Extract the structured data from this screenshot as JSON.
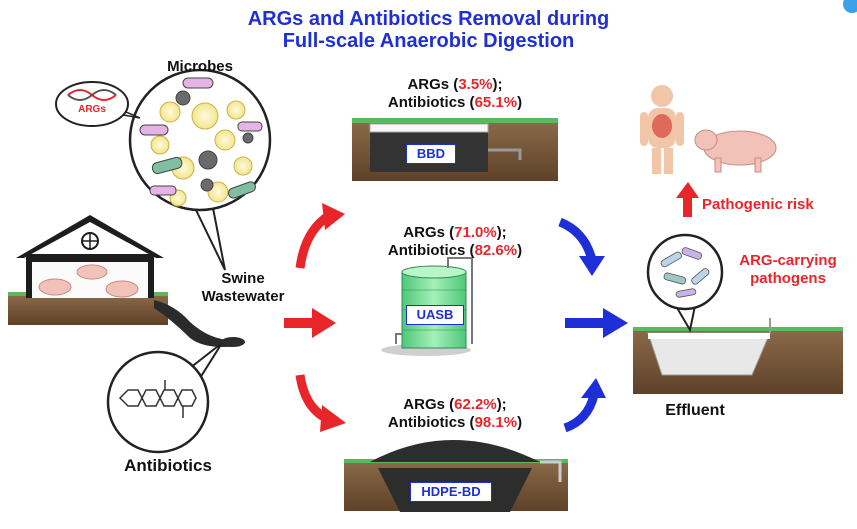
{
  "title": {
    "line1": "ARGs and Antibiotics Removal during",
    "line2": "Full-scale Anaerobic Digestion"
  },
  "labels": {
    "microbes": "Microbes",
    "args_bubble": "ARGs",
    "swine_line1": "Swine",
    "swine_line2": "Wastewater",
    "antibiotics": "Antibiotics",
    "effluent": "Effluent",
    "pathogenic_risk": "Pathogenic risk",
    "arg_carrying_line1": "ARG-carrying",
    "arg_carrying_line2": "pathogens"
  },
  "reactors": [
    {
      "name": "BBD",
      "args_prefix": "ARGs (",
      "args_value": "3.5%",
      "args_suffix": ");",
      "anti_prefix": "Antibiotics (",
      "anti_value": "65.1%",
      "anti_suffix": ")"
    },
    {
      "name": "UASB",
      "args_prefix": "ARGs (",
      "args_value": "71.0%",
      "args_suffix": ");",
      "anti_prefix": "Antibiotics (",
      "anti_value": "82.6%",
      "anti_suffix": ")"
    },
    {
      "name": "HDPE-BD",
      "args_prefix": "ARGs (",
      "args_value": "62.2%",
      "args_suffix": ");",
      "anti_prefix": "Antibiotics (",
      "anti_value": "98.1%",
      "anti_suffix": ")"
    }
  ],
  "colors": {
    "title": "#1f2fd8",
    "red_arrow": "#e8262a",
    "blue_arrow": "#1f2fd8",
    "uasb_tank": "#7fe09a",
    "soil": "#7a5a3a",
    "grass": "#5cb85c"
  }
}
